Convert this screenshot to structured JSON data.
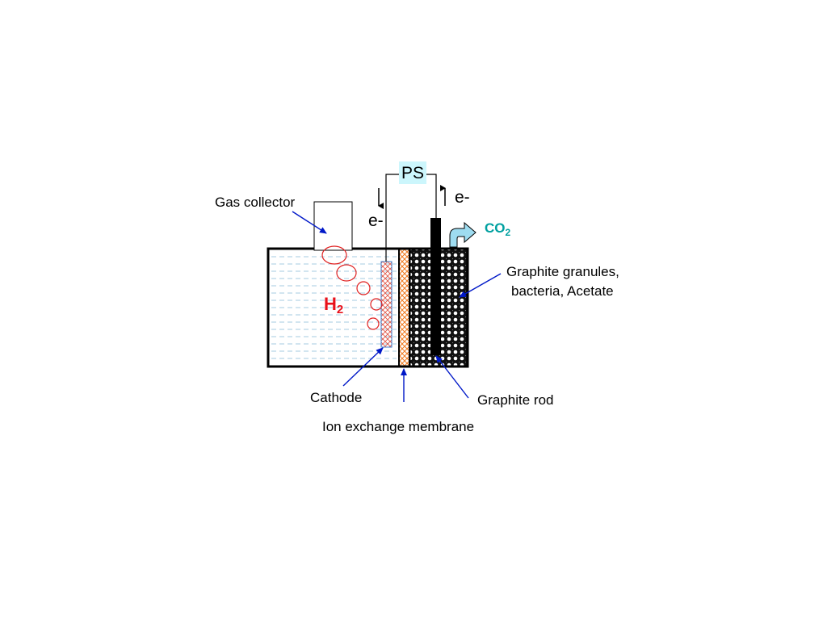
{
  "power_supply": {
    "label": "PS"
  },
  "electron_left": "e-",
  "electron_right": "e-",
  "gas_product": {
    "main": "H",
    "sub": "2",
    "color": "#e8101a"
  },
  "exhaust_gas": {
    "main": "CO",
    "sub": "2",
    "color": "#00a0a0"
  },
  "labels": {
    "gas_collector": "Gas collector",
    "granules_line1": "Graphite granules,",
    "granules_line2": "bacteria, Acetate",
    "cathode": "Cathode",
    "graphite_rod": "Graphite rod",
    "membrane": "Ion exchange membrane"
  },
  "colors": {
    "pointer": "#0018c8",
    "bubble": "#e02020",
    "electrolyte_dash": "#a6cbe0",
    "membrane": "#f07a20",
    "ps_box": "#ccf6fc",
    "co2_arrow": "#9edcf0"
  }
}
